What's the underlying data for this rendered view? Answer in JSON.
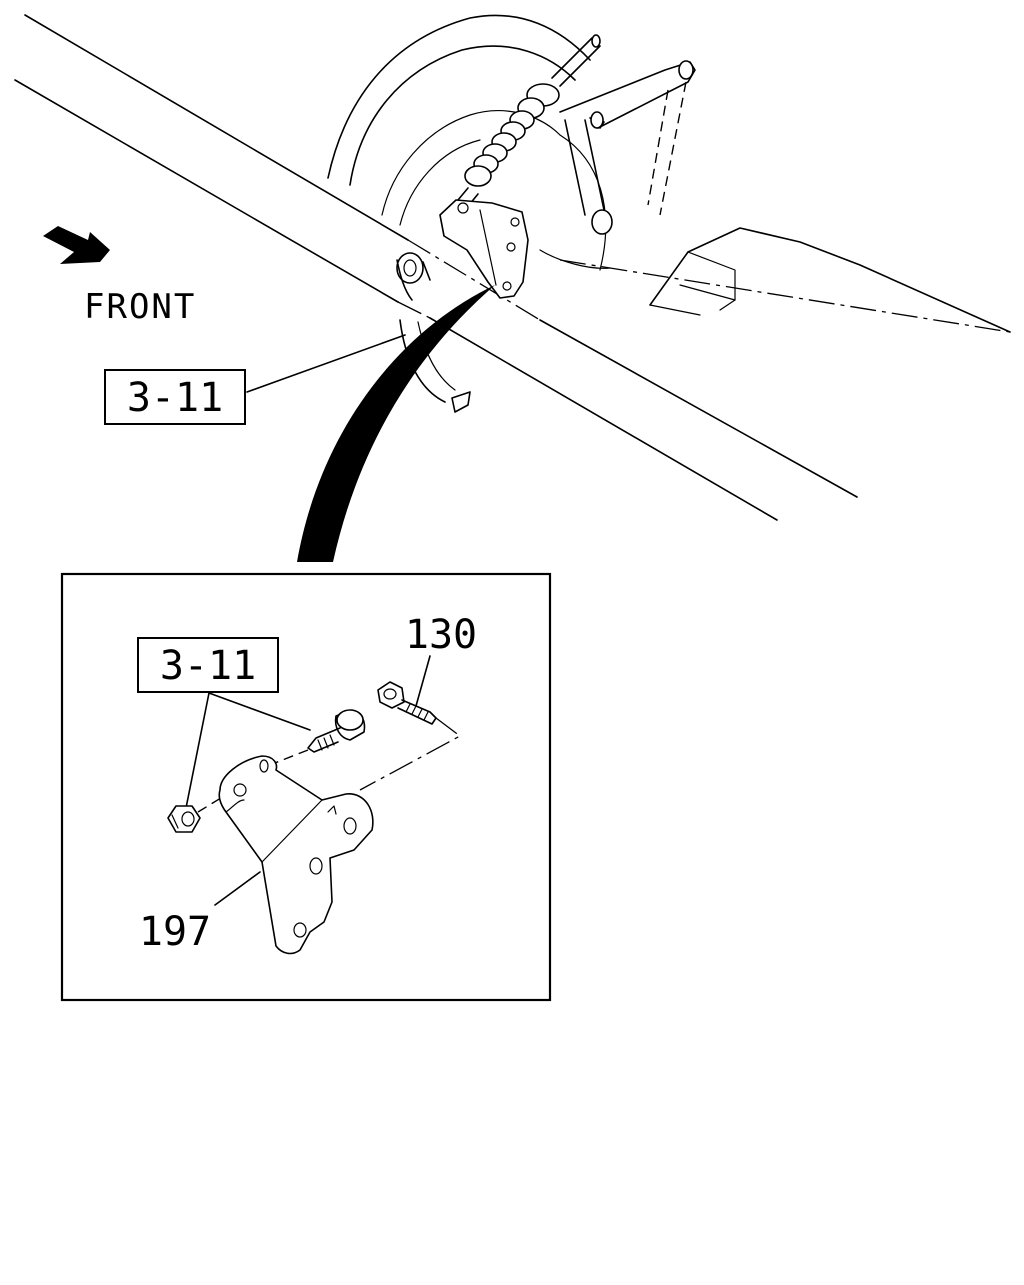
{
  "diagram": {
    "orientation_label": "FRONT",
    "orientation_icon": "front-arrow-icon",
    "overview_reference": "3-11",
    "detail": {
      "reference": "3-11",
      "parts": [
        {
          "number": "130",
          "kind": "bolt"
        },
        {
          "number": "197",
          "kind": "bracket"
        }
      ]
    }
  }
}
